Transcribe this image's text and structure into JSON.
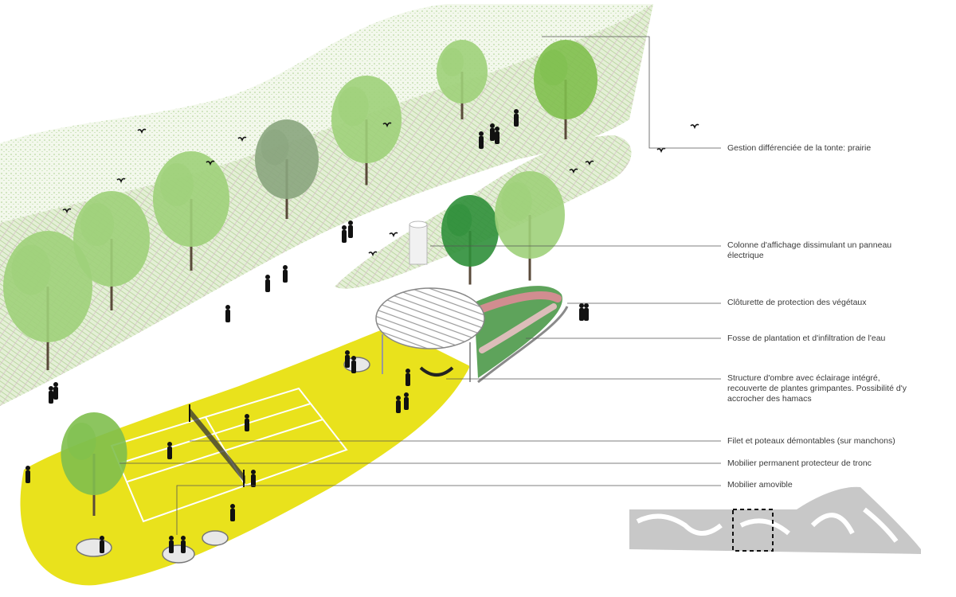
{
  "annotations": [
    {
      "id": "mowing",
      "text": "Gestion différenciée de la tonte: prairie"
    },
    {
      "id": "column",
      "lines": [
        "Colonne d'affichage dissimulant un panneau",
        "électrique"
      ]
    },
    {
      "id": "fence",
      "text": "Clôturette de protection des végétaux"
    },
    {
      "id": "pit",
      "text": "Fosse de plantation et d'infiltration de l'eau"
    },
    {
      "id": "pergola",
      "lines": [
        "Structure d'ombre avec éclairage intégré,",
        "recouverte de plantes grimpantes. Possibilité d'y",
        "accrocher des hamacs"
      ]
    },
    {
      "id": "net",
      "text": "Filet et poteaux démontables (sur manchons)"
    },
    {
      "id": "trunk",
      "text": "Mobilier permanent protecteur de tronc"
    },
    {
      "id": "mobile",
      "text": "Mobilier amovible"
    }
  ],
  "colors": {
    "court": "#e9e21c",
    "meadow": "#cfe3b4",
    "treeLight": "#9fd07a",
    "treeMid": "#7fbf4e",
    "treeDark": "#2f8f3a",
    "treeGrey": "#8aa57e",
    "leader": "#555555",
    "keyplan": "#c8c8c8"
  }
}
